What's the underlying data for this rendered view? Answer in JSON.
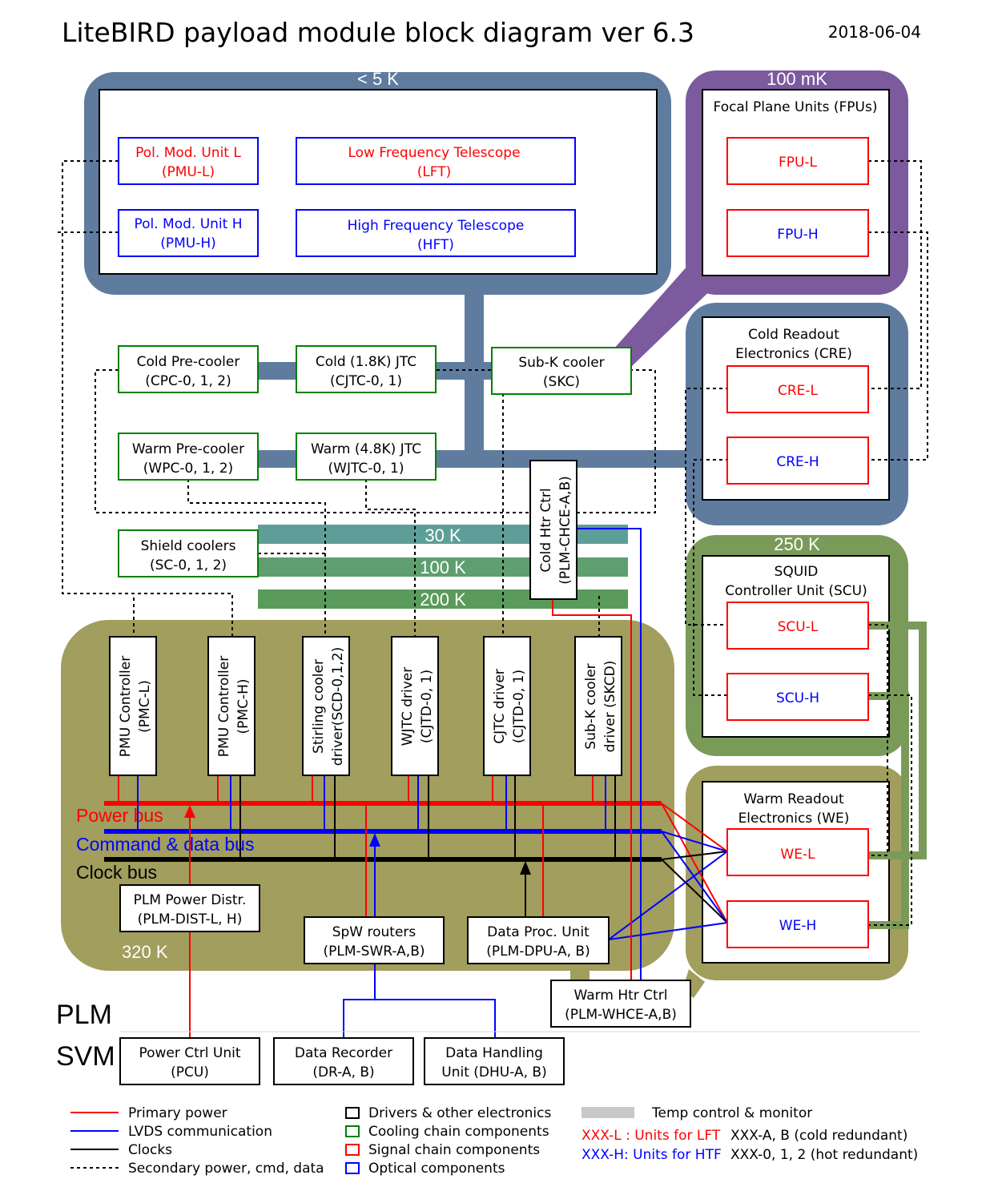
{
  "title": "LiteBIRD payload module block diagram ver 6.3",
  "date": "2018-06-04",
  "zones": {
    "k5": "< 5 K",
    "mk100": "100 mK",
    "k250": "250 K",
    "k320": "320 K",
    "k30": "30 K",
    "k100": "100 K",
    "k200": "200 K"
  },
  "modules": {
    "plm": "PLM",
    "svm": "SVM"
  },
  "colors": {
    "k5": "#5f7c9e",
    "mk100": "#7c5a9e",
    "k250": "#7a9a5a",
    "k320": "#a19e5e",
    "k30": "#5e9e98",
    "k100": "#5f9e6e",
    "k200": "#5a9a5a",
    "power": "#ff0000",
    "lvds": "#0000ff",
    "clock": "#000000",
    "cooling": "#008000",
    "signal": "#ff0000",
    "optical": "#0000ff"
  },
  "boxes": {
    "pmu_l": [
      "Pol. Mod. Unit L",
      "(PMU-L)"
    ],
    "pmu_h": [
      "Pol. Mod. Unit H",
      "(PMU-H)"
    ],
    "lft": [
      "Low Frequency Telescope",
      "(LFT)"
    ],
    "hft": [
      "High Frequency Telescope",
      "(HFT)"
    ],
    "fpu_title": "Focal Plane Units (FPUs)",
    "fpu_l": "FPU-L",
    "fpu_h": "FPU-H",
    "cre_title": [
      "Cold Readout",
      "Electronics (CRE)"
    ],
    "cre_l": "CRE-L",
    "cre_h": "CRE-H",
    "scu_title": [
      "SQUID",
      "Controller Unit (SCU)"
    ],
    "scu_l": "SCU-L",
    "scu_h": "SCU-H",
    "we_title": [
      "Warm Readout",
      "Electronics (WE)"
    ],
    "we_l": "WE-L",
    "we_h": "WE-H",
    "cpc": [
      "Cold Pre-cooler",
      "(CPC-0, 1, 2)"
    ],
    "cjtc": [
      "Cold (1.8K) JTC",
      "(CJTC-0, 1)"
    ],
    "skc": [
      "Sub-K cooler",
      "(SKC)"
    ],
    "wpc": [
      "Warm Pre-cooler",
      "(WPC-0, 1, 2)"
    ],
    "wjtc": [
      "Warm (4.8K) JTC",
      "(WJTC-0, 1)"
    ],
    "shield": [
      "Shield coolers",
      "(SC-0, 1, 2)"
    ],
    "chce": [
      "Cold Htr Ctrl",
      "(PLM-CHCE-A,B)"
    ],
    "pmc_l": [
      "PMU Controller",
      "(PMC-L)"
    ],
    "pmc_h": [
      "PMU Controller",
      "(PMC-H)"
    ],
    "scd": [
      "Stirling cooler",
      "driver(SCD-0,1,2)"
    ],
    "wjtd": [
      "WJTC driver",
      "(CJTD-0, 1)"
    ],
    "cjtd": [
      "CJTC driver",
      "(CJTD-0, 1)"
    ],
    "skcd": [
      "Sub-K cooler",
      "driver (SKCD)"
    ],
    "plm_dist": [
      "PLM Power Distr.",
      "(PLM-DIST-L, H)"
    ],
    "spw": [
      "SpW routers",
      "(PLM-SWR-A,B)"
    ],
    "dpu": [
      "Data Proc. Unit",
      "(PLM-DPU-A, B)"
    ],
    "whce": [
      "Warm Htr Ctrl",
      "(PLM-WHCE-A,B)"
    ],
    "pcu": [
      "Power Ctrl Unit",
      "(PCU)"
    ],
    "dr": [
      "Data Recorder",
      "(DR-A, B)"
    ],
    "dhu": [
      "Data Handling",
      "Unit (DHU-A, B)"
    ]
  },
  "buses": {
    "power": "Power bus",
    "command": "Command & data bus",
    "clock": "Clock bus"
  },
  "legend": {
    "primary_power": "Primary power",
    "lvds": "LVDS communication",
    "clocks": "Clocks",
    "secondary": "Secondary power, cmd, data",
    "drivers": "Drivers & other electronics",
    "cooling": "Cooling chain components",
    "signal": "Signal chain components",
    "optical": "Optical components",
    "temp": "Temp control & monitor",
    "xxx_l": "XXX-L : Units for LFT",
    "xxx_h": "XXX-H: Units for HTF",
    "xxx_ab": "XXX-A, B (cold redundant)",
    "xxx_012": "XXX-0, 1, 2 (hot redundant)"
  }
}
